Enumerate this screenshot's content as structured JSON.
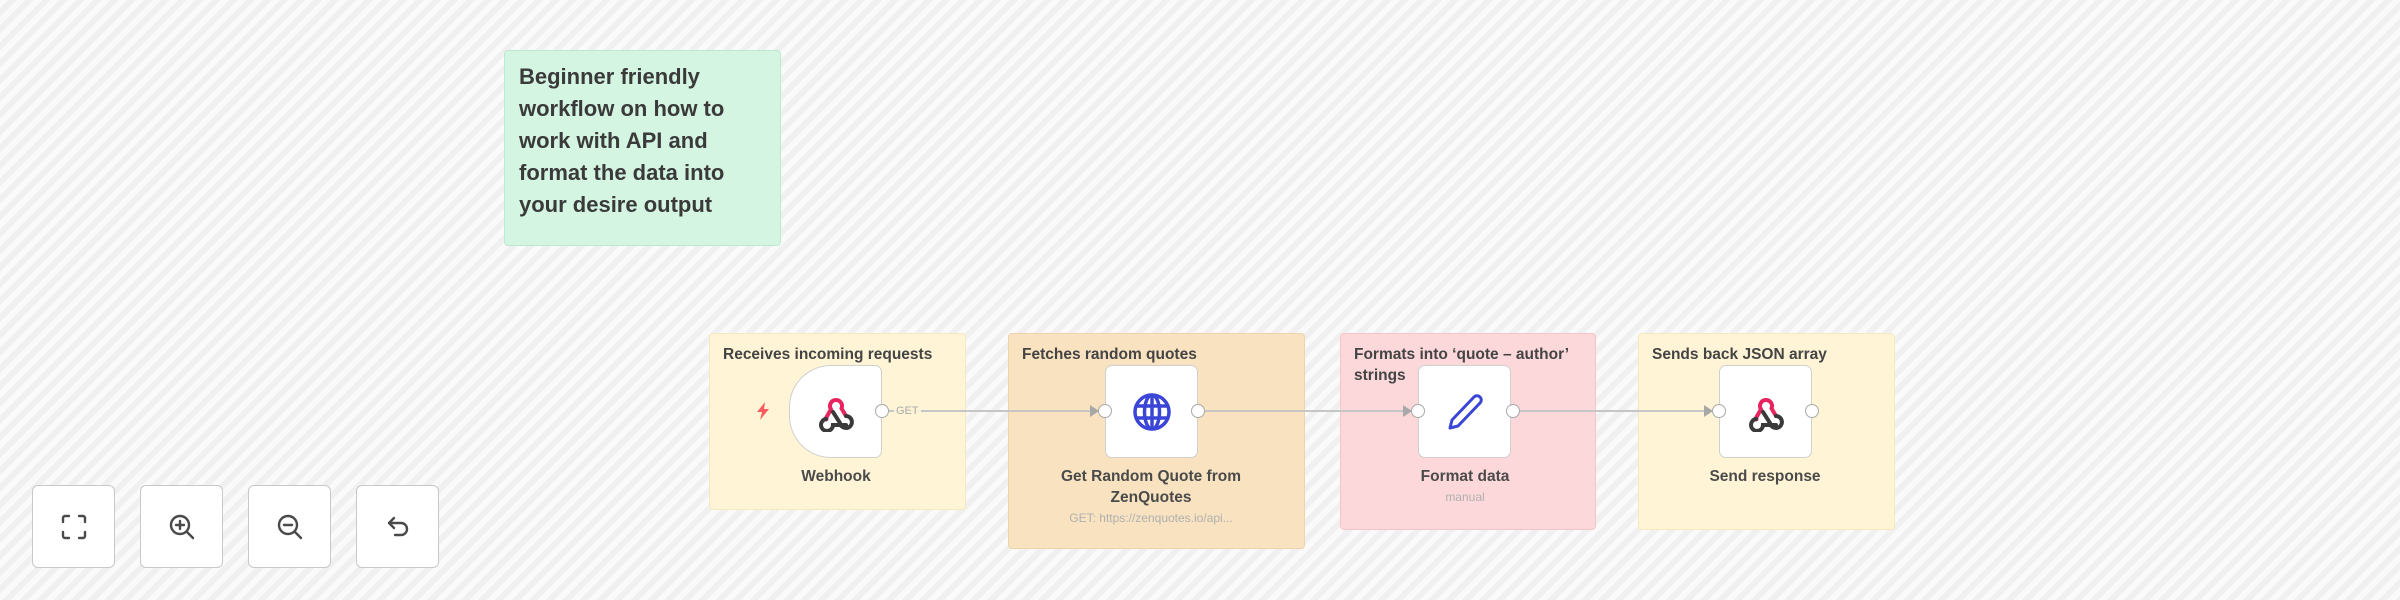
{
  "canvas": {
    "background": "#f5f5f5"
  },
  "notes": {
    "intro": {
      "text": "Beginner friendly workflow on how to work with API and format the data into your desire output",
      "color": "#d5f5e3"
    }
  },
  "groups": [
    {
      "title": "Receives incoming requests",
      "color": "#fff5d6"
    },
    {
      "title": "Fetches random quotes",
      "color": "#f8e2c0"
    },
    {
      "title": "Formats into ‘quote – author’ strings",
      "color": "#fdd8da"
    },
    {
      "title": "Sends back JSON array",
      "color": "#fff5d6"
    }
  ],
  "nodes": [
    {
      "name": "Webhook",
      "subtitle": "",
      "icon": "webhook-icon",
      "trigger": true
    },
    {
      "name": "Get Random Quote from ZenQuotes",
      "subtitle": "GET: https://zenquotes.io/api...",
      "icon": "globe-icon",
      "trigger": false
    },
    {
      "name": "Format data",
      "subtitle": "manual",
      "icon": "pencil-icon",
      "trigger": false
    },
    {
      "name": "Send response",
      "subtitle": "",
      "icon": "webhook-icon",
      "trigger": false
    }
  ],
  "edges": [
    {
      "from": "Webhook",
      "to": "Get Random Quote from ZenQuotes",
      "label": "GET"
    },
    {
      "from": "Get Random Quote from ZenQuotes",
      "to": "Format data",
      "label": ""
    },
    {
      "from": "Format data",
      "to": "Send response",
      "label": ""
    }
  ],
  "controls": {
    "fit_view": "fit-to-view",
    "zoom_in": "zoom-in",
    "zoom_out": "zoom-out",
    "reset": "reset-zoom"
  },
  "colors": {
    "trigger_bolt": "#ff5a5f",
    "webhook_pink": "#e8245f",
    "webhook_dark": "#3a3a3a",
    "http_blue": "#3b45d6",
    "edge": "#c6c6c6"
  }
}
